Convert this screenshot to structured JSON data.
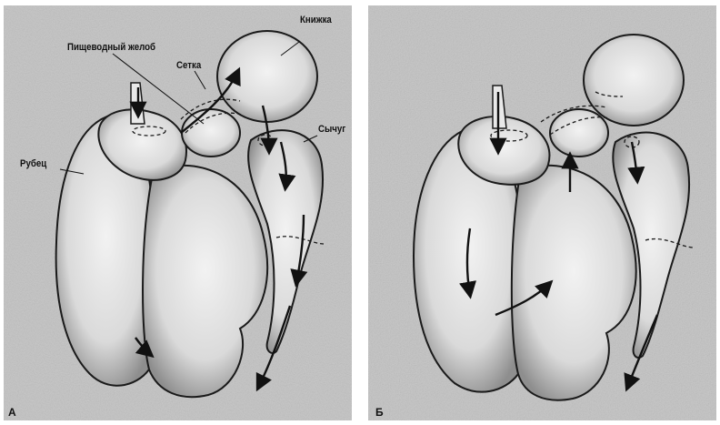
{
  "panels": [
    {
      "letter": "А",
      "labels": {
        "esophageal_groove": "Пищеводный желоб",
        "reticulum": "Сетка",
        "omasum": "Книжка",
        "abomasum": "Сычуг",
        "rumen": "Рубец"
      }
    },
    {
      "letter": "Б",
      "labels": {}
    }
  ],
  "colors": {
    "background": "#ffffff",
    "panel_fill": "#c9c9c9",
    "organ_fill": "#e4e4e4",
    "outline": "#1a1a1a",
    "arrow": "#111111"
  }
}
